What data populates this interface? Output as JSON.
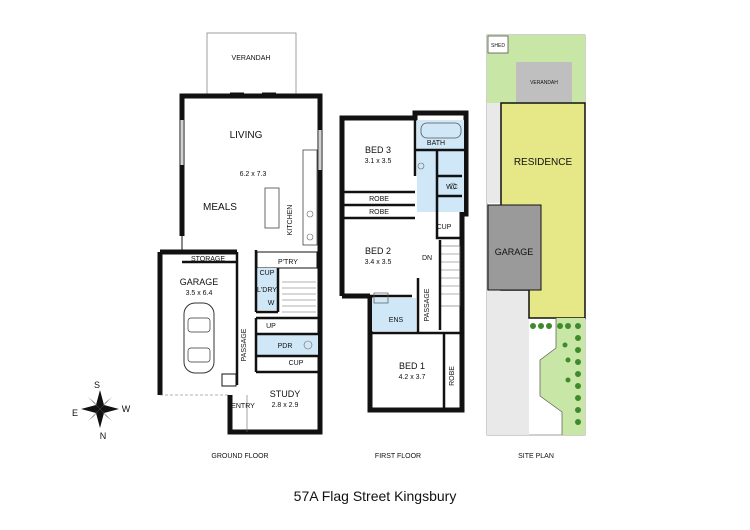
{
  "ground_floor": {
    "caption": "GROUND FLOOR",
    "rooms": {
      "verandah": "VERANDAH",
      "living": "LIVING",
      "living_size": "6.2 x 7.3",
      "meals": "MEALS",
      "kitchen": "KITCHEN",
      "storage": "STORAGE",
      "garage": "GARAGE",
      "garage_size": "3.5 x 6.4",
      "pantry": "P'TRY",
      "cup_laundry": "CUP",
      "laundry": "L'DRY",
      "w": "W",
      "up": "UP",
      "passage": "PASSAGE",
      "pdr": "PDR",
      "cup_study": "CUP",
      "study": "STUDY",
      "study_size": "2.8 x 2.9",
      "entry": "ENTRY"
    }
  },
  "first_floor": {
    "caption": "FIRST FLOOR",
    "rooms": {
      "bed3": "BED 3",
      "bed3_size": "3.1 x 3.5",
      "bath": "BATH",
      "wc": "WC",
      "robe1": "ROBE",
      "robe2": "ROBE",
      "cup": "CUP",
      "bed2": "BED 2",
      "bed2_size": "3.4 x 3.5",
      "dn": "DN",
      "ens": "ENS",
      "passage": "PASSAGE",
      "bed1": "BED 1",
      "bed1_size": "4.2 x 3.7",
      "robe3": "ROBE"
    }
  },
  "site_plan": {
    "caption": "SITE PLAN",
    "shed": "SHED",
    "verandah": "VERANDAH",
    "residence": "RESIDENCE",
    "garage": "GARAGE"
  },
  "compass": {
    "n": "N",
    "s": "S",
    "e": "E",
    "w": "W"
  },
  "address": "57A Flag Street Kingsbury",
  "colors": {
    "wet_area": "#cfe7f6",
    "residence": "#e6e787",
    "lawn": "#c8e6a5",
    "garage_site": "#9a9a9a",
    "driveway": "#e9e9e9",
    "paving": "#bfbfbf",
    "shrub": "#3f8a2c"
  }
}
